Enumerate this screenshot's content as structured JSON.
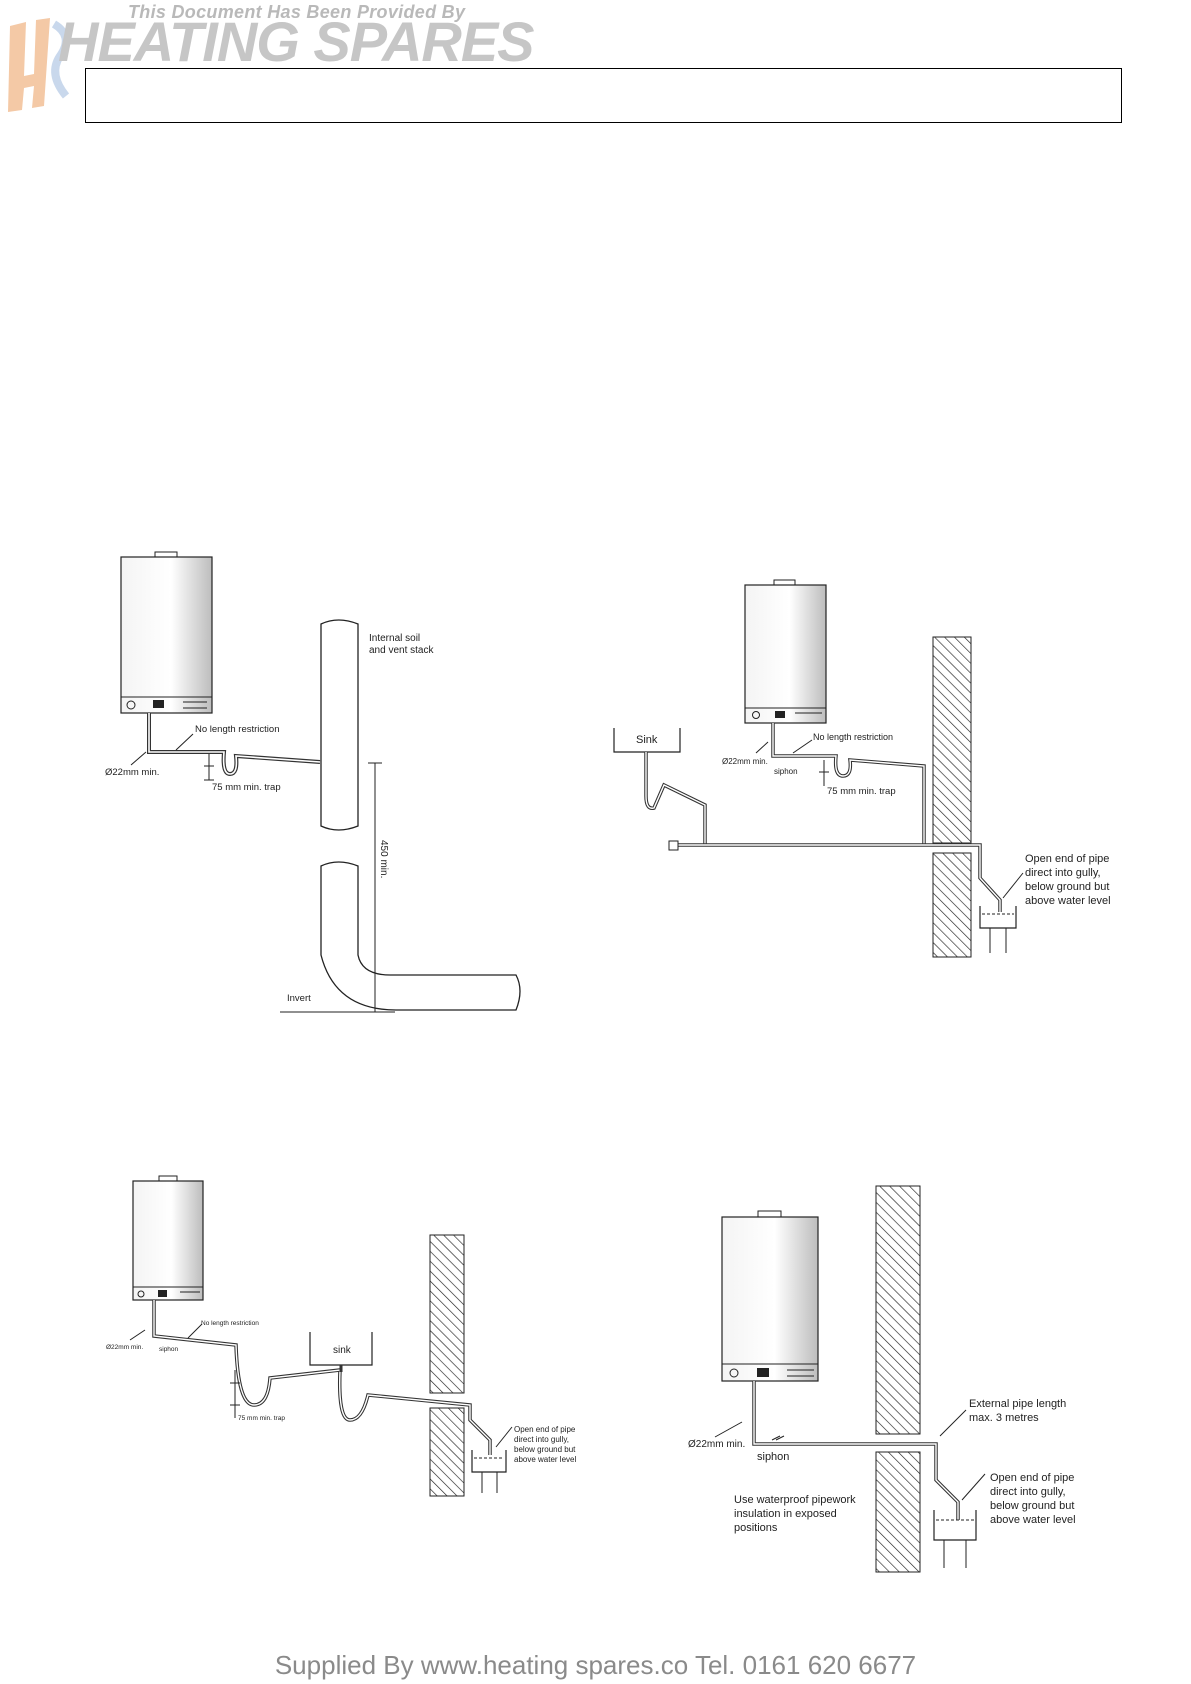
{
  "watermark": {
    "provided_by": "This Document Has Been Provided By",
    "brand": "HEATING SPARES"
  },
  "diagrams": {
    "fig1": {
      "stack_label_line1": "Internal soil",
      "stack_label_line2": "and vent stack",
      "no_length": "No length restriction",
      "pipe_dia": "Ø22mm min.",
      "trap": "75 mm min. trap",
      "height": "450 min.",
      "invert": "Invert"
    },
    "fig2": {
      "sink": "Sink",
      "no_length": "No length restriction",
      "pipe_dia": "Ø22mm min.",
      "siphon": "siphon",
      "trap": "75 mm min. trap",
      "open_line1": "Open end of pipe",
      "open_line2": "direct into gully,",
      "open_line3": "below ground but",
      "open_line4": "above water level"
    },
    "fig3": {
      "no_length": "No length restriction",
      "pipe_dia": "Ø22mm min.",
      "siphon": "siphon",
      "sink": "sink",
      "trap": "75 mm min. trap",
      "open_line1": "Open end of pipe",
      "open_line2": "direct into gully,",
      "open_line3": "below ground but",
      "open_line4": "above water level"
    },
    "fig4": {
      "external_line1": "External pipe length",
      "external_line2": "max. 3 metres",
      "pipe_dia": "Ø22mm min.",
      "siphon": "siphon",
      "open_line1": "Open end of pipe",
      "open_line2": "direct into gully,",
      "open_line3": "below ground but",
      "open_line4": "above water level",
      "waterproof_line1": "Use waterproof pipework",
      "waterproof_line2": "insulation in exposed",
      "waterproof_line3": "positions"
    }
  },
  "footer": {
    "supplied_by": "Supplied By www.heating spares.co  Tel. 0161 620 6677"
  }
}
